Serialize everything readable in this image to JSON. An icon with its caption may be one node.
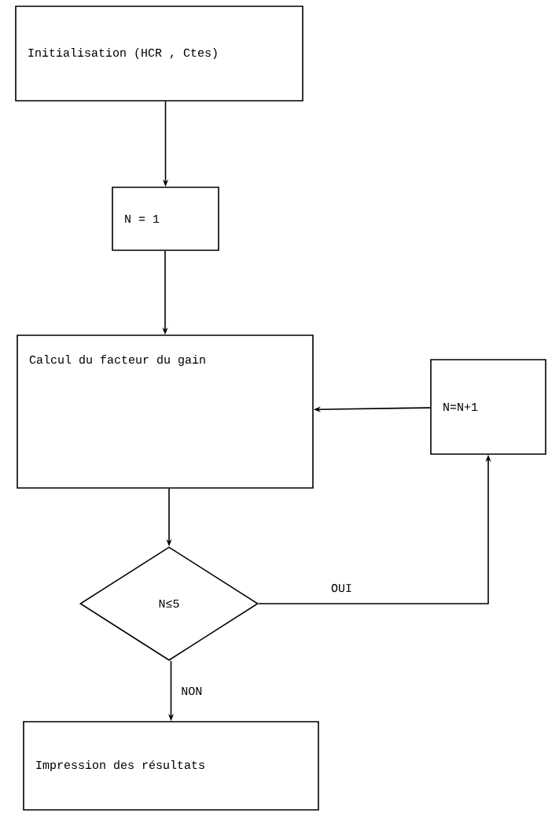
{
  "diagram": {
    "nodes": [
      {
        "text": [
          "Initialisation (HCR , Ctes)"
        ]
      },
      {
        "text": [
          "N = 1"
        ]
      },
      {
        "text": [
          "Calcul du facteur du gain"
        ]
      },
      {
        "text": [
          "N≤5"
        ]
      },
      {
        "text": [
          "N=N+1"
        ]
      },
      {
        "text": [
          "Impression des résultats"
        ]
      }
    ],
    "edges": [
      {
        "from": 0,
        "to": 1,
        "arrow": "to"
      },
      {
        "from": 1,
        "to": 2,
        "arrow": "to"
      },
      {
        "from": 2,
        "to": 3,
        "arrow": "to"
      },
      {
        "from": 3,
        "to": 4,
        "arrow": "to",
        "label": "OUI"
      },
      {
        "from": 4,
        "to": 2,
        "arrow": "to"
      },
      {
        "from": 3,
        "to": 5,
        "arrow": "to",
        "label": "NON"
      }
    ]
  }
}
